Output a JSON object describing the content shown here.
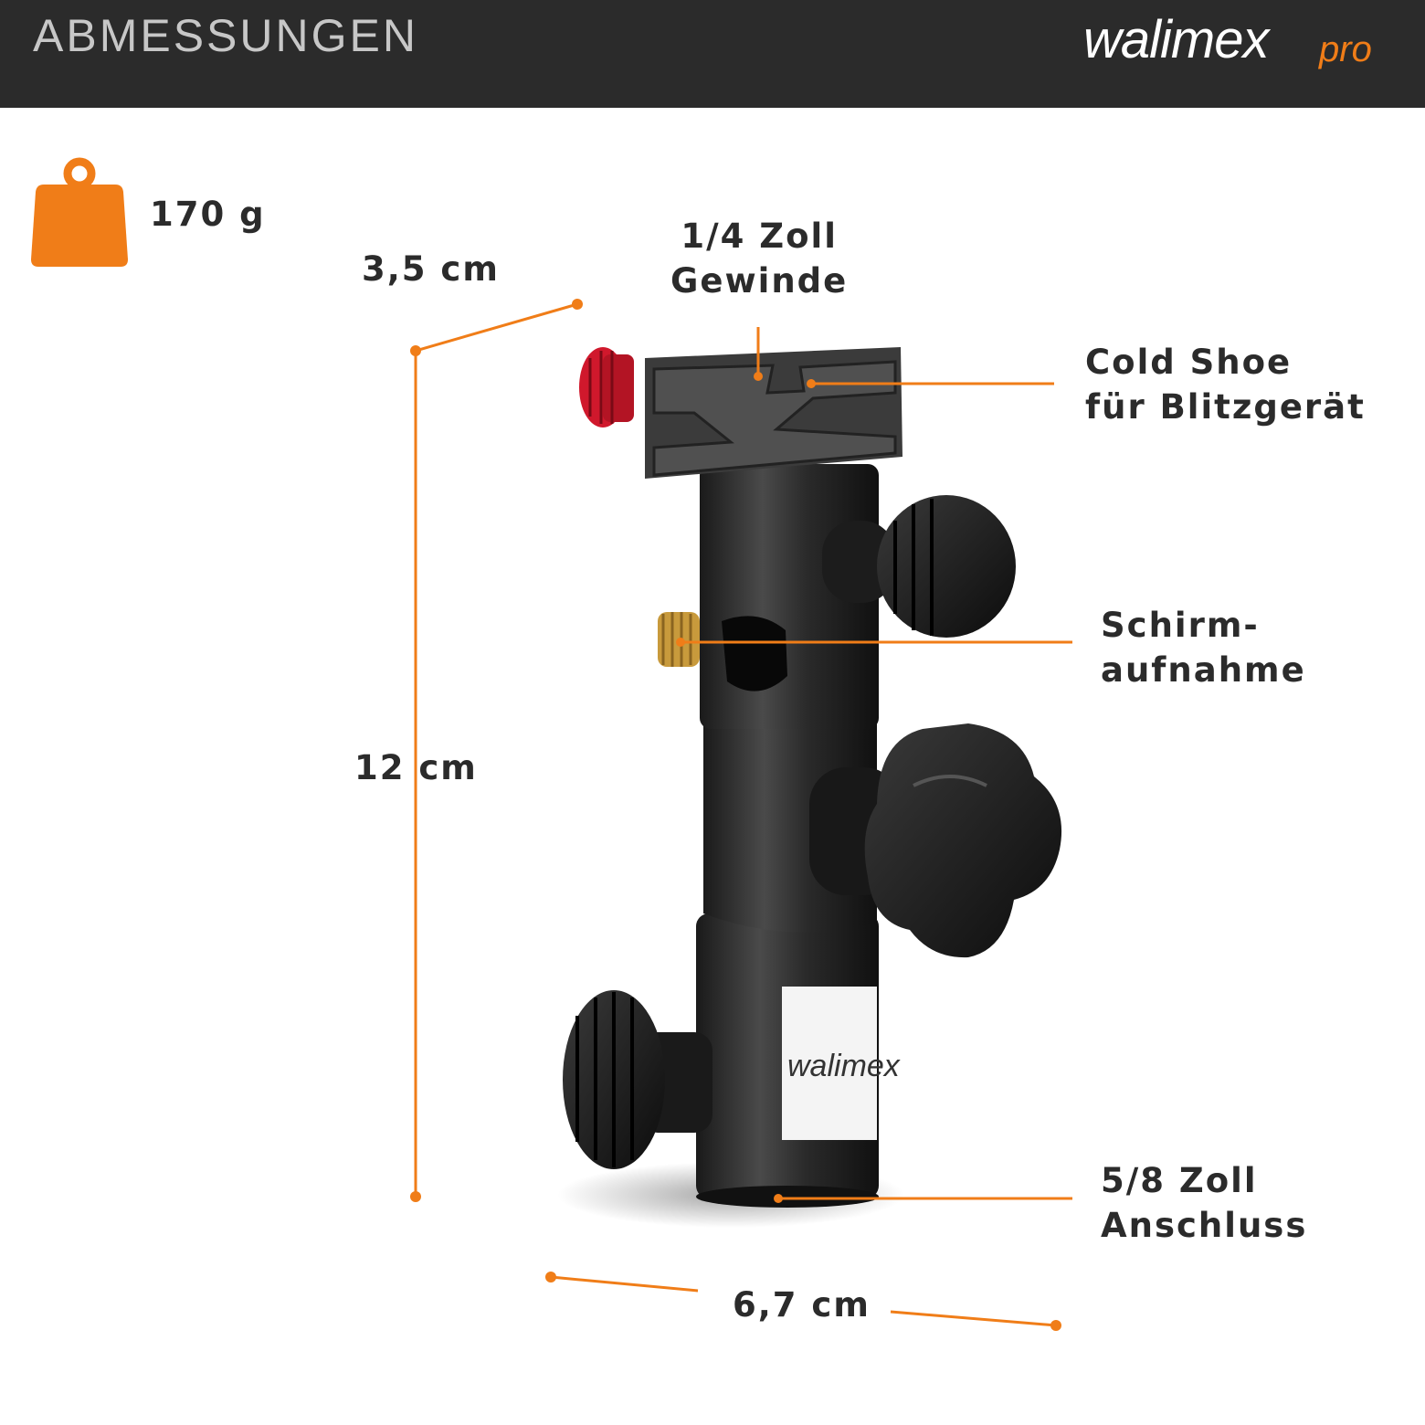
{
  "header": {
    "title": "ABMESSUNGEN",
    "brand_main": "walimex",
    "brand_sub": "pro"
  },
  "weight": {
    "value": "170 g"
  },
  "dimensions": {
    "depth": "3,5 cm",
    "height": "12 cm",
    "width": "6,7 cm"
  },
  "features": {
    "thread": [
      "1/4 Zoll",
      "Gewinde"
    ],
    "cold_shoe": [
      "Cold Shoe",
      "für Blitzgerät"
    ],
    "umbrella": [
      "Schirm-",
      "aufnahme"
    ],
    "connection": [
      "5/8 Zoll",
      "Anschluss"
    ]
  },
  "product": {
    "sticker_text": "walimex"
  },
  "colors": {
    "accent": "#f07d18",
    "header_bg": "#2b2b2b",
    "text": "#2b2b2b"
  }
}
